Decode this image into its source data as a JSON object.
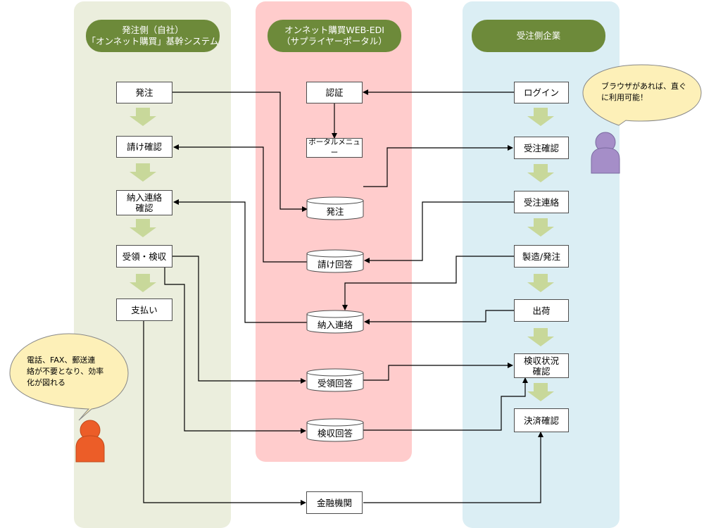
{
  "colors": {
    "lane_left": "#ebeedd",
    "lane_mid": "#ffcccc",
    "lane_right": "#dbeef4",
    "header_pill": "#6d8a3a",
    "step_arrow": "#c8d89a",
    "bubble_fill": "#fdf0b8",
    "person_purple": "#a58ec8",
    "person_orange": "#ec5d28"
  },
  "lanes": {
    "left": {
      "title1": "発注側（自社）",
      "title2": "「オンネット購買」基幹システム"
    },
    "mid": {
      "title1": "オンネット購買WEB-EDI",
      "title2": "（サプライヤーポータル）"
    },
    "right": {
      "title1": "受注側企業"
    }
  },
  "left_steps": {
    "order": "発注",
    "accept_confirm": "請け確認",
    "delivery_confirm_1": "納入連絡",
    "delivery_confirm_2": "確認",
    "receive_inspect": "受領・検収",
    "payment": "支払い"
  },
  "mid_items": {
    "auth": "認証",
    "portal_menu": "ポータルメニュー",
    "order": "発注",
    "accept_reply": "請け回答",
    "delivery_notice": "納入連絡",
    "receipt_reply": "受領回答",
    "inspection_reply": "検収回答",
    "bank": "金融機関"
  },
  "right_steps": {
    "login": "ログイン",
    "order_confirm": "受注確認",
    "order_contact": "受注連絡",
    "manufacture": "製造/発注",
    "shipping": "出荷",
    "inspection_status_1": "検収状況",
    "inspection_status_2": "確認",
    "settlement": "決済確認"
  },
  "bubbles": {
    "supplier_line1": "ブラウザがあれば、直ぐ",
    "supplier_line2": "に利用可能！",
    "buyer_line1": "電話、FAX、郵送連",
    "buyer_line2": "絡が不要となり、効率",
    "buyer_line3": "化が図れる"
  }
}
